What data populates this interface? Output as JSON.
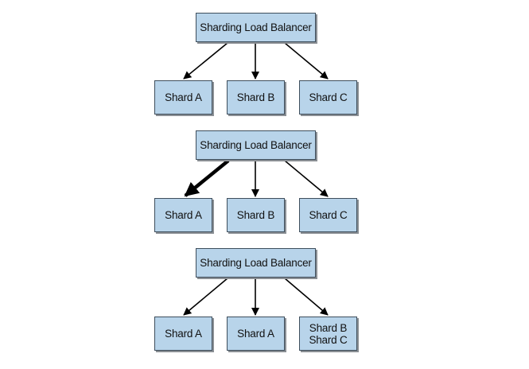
{
  "colors": {
    "box_fill": "#b8d4ea",
    "box_border": "#3e4e5c",
    "arrow": "#000000"
  },
  "diagrams": [
    {
      "load_balancer": "Sharding Load Balancer",
      "shards": [
        {
          "lines": [
            "Shard A"
          ]
        },
        {
          "lines": [
            "Shard B"
          ]
        },
        {
          "lines": [
            "Shard C"
          ]
        }
      ],
      "emphasized_edge": null
    },
    {
      "load_balancer": "Sharding Load Balancer",
      "shards": [
        {
          "lines": [
            "Shard A"
          ]
        },
        {
          "lines": [
            "Shard B"
          ]
        },
        {
          "lines": [
            "Shard C"
          ]
        }
      ],
      "emphasized_edge": 0
    },
    {
      "load_balancer": "Sharding Load Balancer",
      "shards": [
        {
          "lines": [
            "Shard A"
          ]
        },
        {
          "lines": [
            "Shard A"
          ]
        },
        {
          "lines": [
            "Shard B",
            "Shard C"
          ]
        }
      ],
      "emphasized_edge": null
    }
  ]
}
